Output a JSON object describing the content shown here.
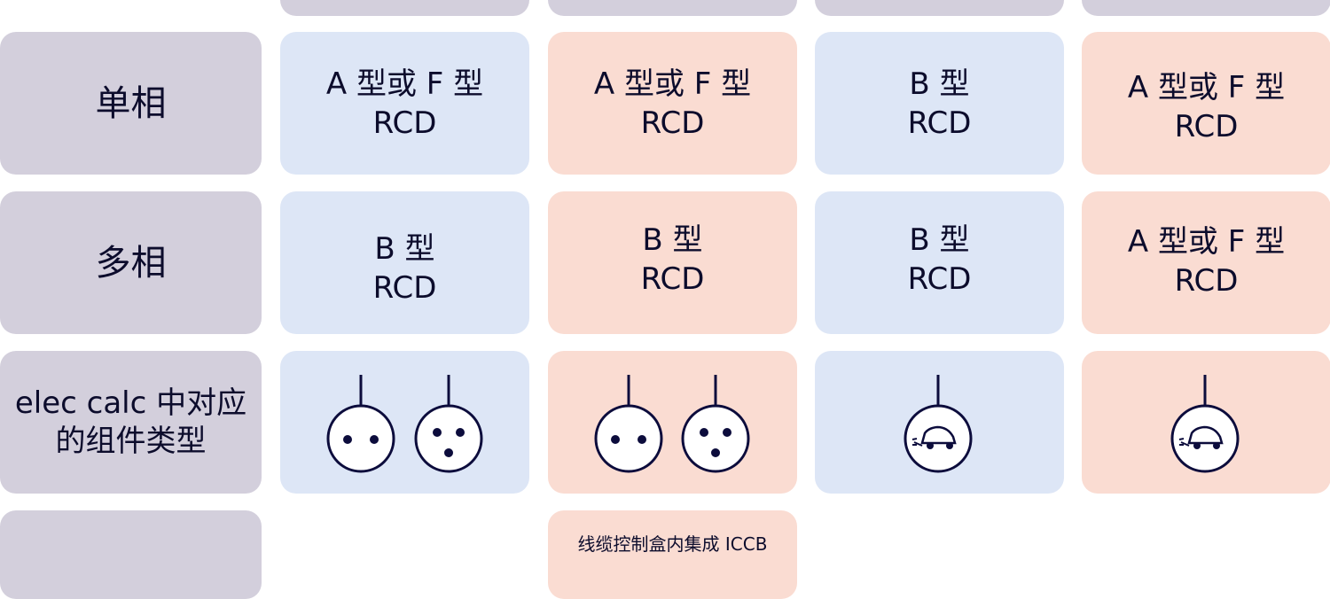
{
  "rows": [
    {
      "label": "单相",
      "cells": [
        {
          "line1": "A 型或 F 型",
          "line2": "RCD"
        },
        {
          "line1": "A 型或 F 型",
          "line2": "RCD"
        },
        {
          "line1": "B 型",
          "line2": "RCD"
        },
        {
          "line1": "A 型或 F 型",
          "line2": "RCD"
        }
      ]
    },
    {
      "label": "多相",
      "cells": [
        {
          "line1": "B 型",
          "line2": "RCD"
        },
        {
          "line1": "B 型",
          "line2": "RCD"
        },
        {
          "line1": "B 型",
          "line2": "RCD"
        },
        {
          "line1": "A 型或 F 型",
          "line2": "RCD"
        }
      ]
    },
    {
      "label": "elec calc 中对应的组件类型",
      "icons": [
        [
          "two-pin-socket-icon",
          "three-pin-socket-icon"
        ],
        [
          "two-pin-socket-icon",
          "three-pin-socket-icon"
        ],
        [
          "ev-charger-icon"
        ],
        [
          "ev-charger-icon"
        ]
      ]
    },
    {
      "label": "",
      "note": "线缆控制盒内集成 ICCB"
    }
  ],
  "colors": {
    "label_bg": "#d3cfdc",
    "blue_bg": "#dde6f6",
    "peach_bg": "#fadcd2",
    "icon_stroke": "#0c0c3c"
  }
}
